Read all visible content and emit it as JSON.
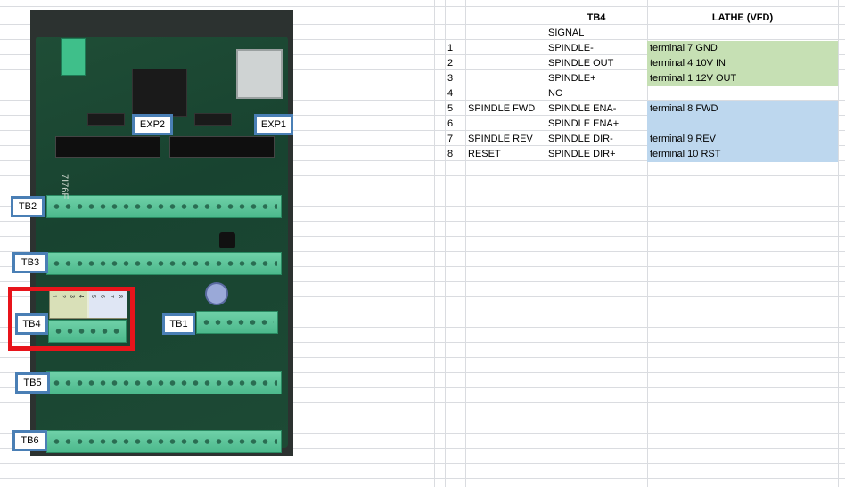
{
  "board_labels": {
    "exp2": "EXP2",
    "exp1": "EXP1",
    "tb2": "TB2",
    "tb3": "TB3",
    "tb4": "TB4",
    "tb1": "TB1",
    "tb5": "TB5",
    "tb6": "TB6"
  },
  "tb4_plug_numbers": [
    "1",
    "2",
    "3",
    "4",
    "5",
    "6",
    "7",
    "8"
  ],
  "board_silkscreen": "7I76E",
  "colors": {
    "label_border": "#4a7fb5",
    "highlight_red": "#e8141b",
    "cell_green": "#c6e0b4",
    "cell_blue": "#bdd7ee"
  },
  "sheet": {
    "headers": {
      "tb4": "TB4",
      "lathe": "LATHE (VFD)"
    },
    "signal_label": "SIGNAL",
    "rows": [
      {
        "num": "1",
        "func": "",
        "signal": "SPINDLE-",
        "vfd": "terminal 7 GND",
        "color": "green"
      },
      {
        "num": "2",
        "func": "",
        "signal": "SPINDLE OUT",
        "vfd": "terminal 4 10V IN",
        "color": "green"
      },
      {
        "num": "3",
        "func": "",
        "signal": "SPINDLE+",
        "vfd": "terminal 1 12V OUT",
        "color": "green"
      },
      {
        "num": "4",
        "func": "",
        "signal": "NC",
        "vfd": "",
        "color": "none"
      },
      {
        "num": "5",
        "func": "SPINDLE FWD",
        "signal": "SPINDLE ENA-",
        "vfd": "terminal 8 FWD",
        "color": "blue"
      },
      {
        "num": "6",
        "func": "",
        "signal": "SPINDLE ENA+",
        "vfd": "",
        "color": "blue"
      },
      {
        "num": "7",
        "func": "SPINDLE REV",
        "signal": "SPINDLE DIR-",
        "vfd": "terminal 9 REV",
        "color": "blue"
      },
      {
        "num": "8",
        "func": "RESET",
        "signal": "SPINDLE DIR+",
        "vfd": "terminal 10 RST",
        "color": "blue"
      }
    ]
  }
}
